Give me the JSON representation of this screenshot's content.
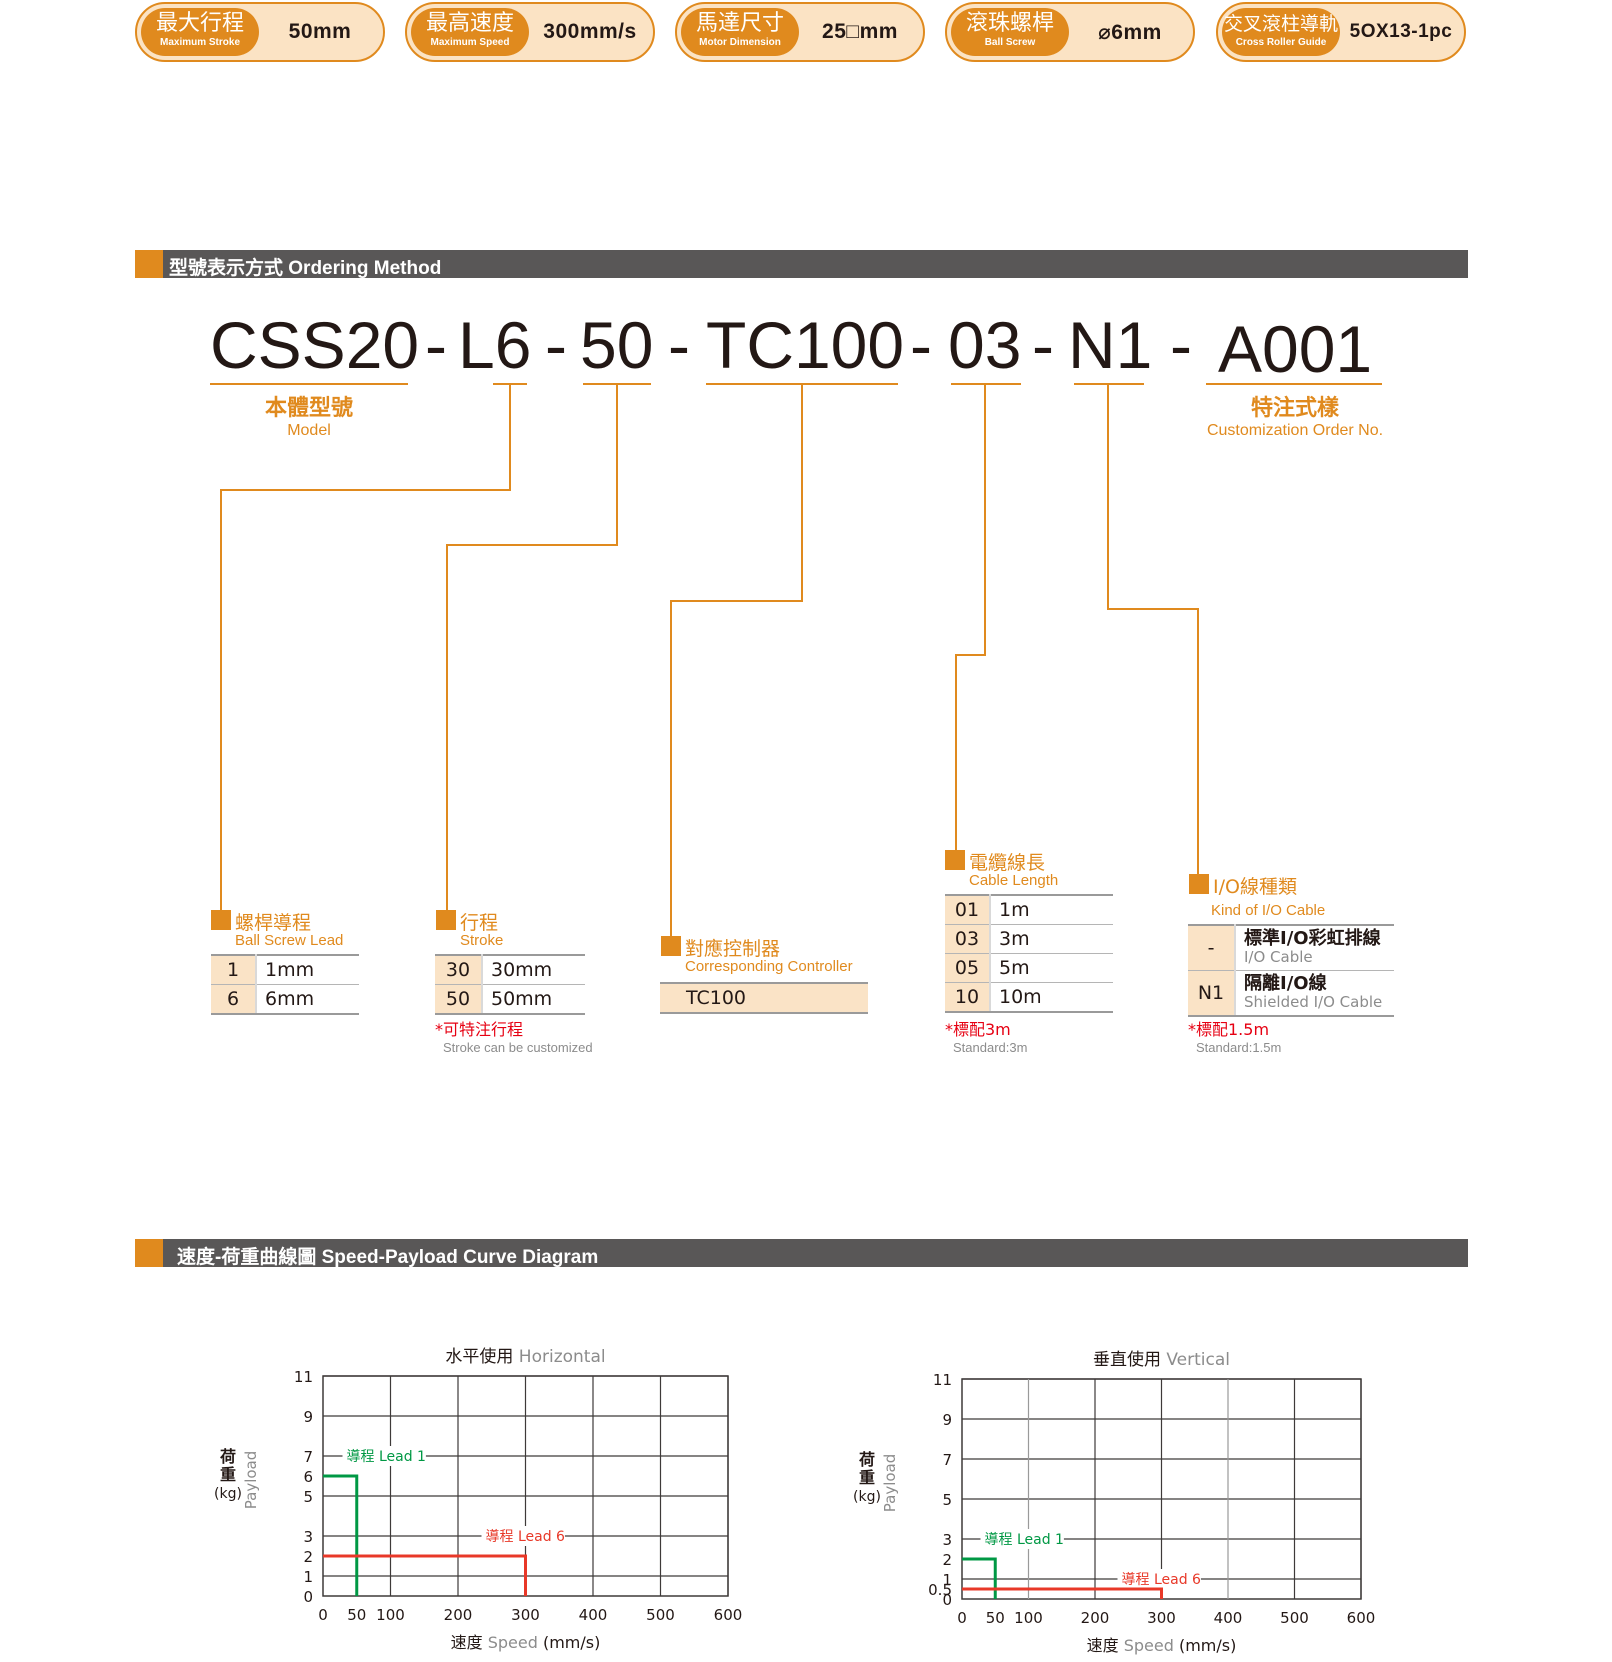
{
  "specs": [
    {
      "zh": "最大行程",
      "en": "Maximum Stroke",
      "value": "50mm"
    },
    {
      "zh": "最高速度",
      "en": "Maximum Speed",
      "value": "300mm/s"
    },
    {
      "zh": "馬達尺寸",
      "en": "Motor Dimension",
      "value": "25□mm"
    },
    {
      "zh": "滾珠螺桿",
      "en": "Ball Screw",
      "value": "⌀6mm"
    },
    {
      "zh": "交叉滾柱導軌",
      "en": "Cross Roller Guide",
      "value": "5OX13-1pc"
    }
  ],
  "ordering": {
    "header": "型號表示方式 Ordering Method",
    "code_parts": [
      "CSS20",
      "-",
      "L6",
      "-",
      "50",
      "-",
      "TC100",
      "-",
      "03",
      "-",
      "N1",
      "-",
      "A001"
    ],
    "model": {
      "zh": "本體型號",
      "en": "Model"
    },
    "custom": {
      "zh": "特注式樣",
      "en": "Customization Order No."
    },
    "lead": {
      "zh": "螺桿導程",
      "en": "Ball Screw Lead",
      "rows": [
        {
          "k": "1",
          "v": "1mm"
        },
        {
          "k": "6",
          "v": "6mm"
        }
      ]
    },
    "stroke": {
      "zh": "行程",
      "en": "Stroke",
      "rows": [
        {
          "k": "30",
          "v": "30mm"
        },
        {
          "k": "50",
          "v": "50mm"
        }
      ],
      "note_zh": "*可特注行程",
      "note_en": "Stroke can be customized"
    },
    "controller": {
      "zh": "對應控制器",
      "en": "Corresponding Controller",
      "rows": [
        {
          "v": "TC100"
        }
      ]
    },
    "cable": {
      "zh": "電纜線長",
      "en": "Cable Length",
      "rows": [
        {
          "k": "01",
          "v": "1m"
        },
        {
          "k": "03",
          "v": "3m"
        },
        {
          "k": "05",
          "v": "5m"
        },
        {
          "k": "10",
          "v": "10m"
        }
      ],
      "note_zh": "*標配3m",
      "note_en": "Standard:3m"
    },
    "io": {
      "zh": "I/O線種類",
      "en": "Kind of I/O Cable",
      "rows": [
        {
          "k": "-",
          "v_zh": "標準I/O彩虹排線",
          "v_en": "I/O Cable"
        },
        {
          "k": "N1",
          "v_zh": "隔離I/O線",
          "v_en": "Shielded I/O Cable"
        }
      ],
      "note_zh": "*標配1.5m",
      "note_en": "Standard:1.5m"
    }
  },
  "curve": {
    "header": "速度-荷重曲線圖  Speed-Payload Curve Diagram"
  },
  "colors": {
    "accent": "#e08a1e",
    "lead1": "#009844",
    "lead6": "#e83828",
    "bar": "#595757"
  },
  "chart_data": [
    {
      "type": "line",
      "title": "水平使用 Horizontal",
      "title_zh": "水平使用",
      "title_en": "Horizontal",
      "xlabel_zh": "速度",
      "xlabel_en": "Speed",
      "xlabel_unit": "(mm/s)",
      "ylabel_zh": "荷重",
      "ylabel_unit": "(kg)",
      "ylabel_en": "Payload",
      "xlim": [
        0,
        600
      ],
      "ylim": [
        0,
        11
      ],
      "xticks": [
        0,
        50,
        100,
        200,
        300,
        400,
        500,
        600
      ],
      "yticks": [
        0,
        1,
        2,
        3,
        5,
        6,
        7,
        9,
        11
      ],
      "grid_y": [
        1,
        3,
        5,
        7,
        9,
        11
      ],
      "grid_x": [
        100,
        200,
        300,
        400,
        500,
        600
      ],
      "grid": true,
      "series": [
        {
          "name": "導程 Lead 1",
          "color": "#009844",
          "label_y": 7,
          "label_x": 100,
          "points": [
            [
              0,
              6
            ],
            [
              50,
              6
            ],
            [
              50,
              0
            ]
          ]
        },
        {
          "name": "導程 Lead 6",
          "color": "#e83828",
          "label_y": 3,
          "label_x": 300,
          "points": [
            [
              0,
              2
            ],
            [
              300,
              2
            ],
            [
              300,
              0
            ]
          ]
        }
      ]
    },
    {
      "type": "line",
      "title": "垂直使用 Vertical",
      "title_zh": "垂直使用",
      "title_en": "Vertical",
      "xlabel_zh": "速度",
      "xlabel_en": "Speed",
      "xlabel_unit": "(mm/s)",
      "ylabel_zh": "荷重",
      "ylabel_unit": "(kg)",
      "ylabel_en": "Payload",
      "xlim": [
        0,
        600
      ],
      "ylim": [
        0,
        11
      ],
      "xticks": [
        0,
        50,
        100,
        200,
        300,
        400,
        500,
        600
      ],
      "yticks": [
        0,
        0.5,
        1,
        2,
        3,
        5,
        7,
        9,
        11
      ],
      "grid_y": [
        1,
        3,
        5,
        7,
        9,
        11
      ],
      "grid_x": [
        100,
        200,
        300,
        400,
        500,
        600
      ],
      "grid": true,
      "series": [
        {
          "name": "導程 Lead 1",
          "color": "#009844",
          "label_y": 3,
          "label_x": 100,
          "points": [
            [
              0,
              2
            ],
            [
              50,
              2
            ],
            [
              50,
              0
            ]
          ]
        },
        {
          "name": "導程 Lead 6",
          "color": "#e83828",
          "label_y": 1,
          "label_x": 300,
          "points": [
            [
              0,
              0.5
            ],
            [
              300,
              0.5
            ],
            [
              300,
              0
            ]
          ]
        }
      ]
    }
  ]
}
